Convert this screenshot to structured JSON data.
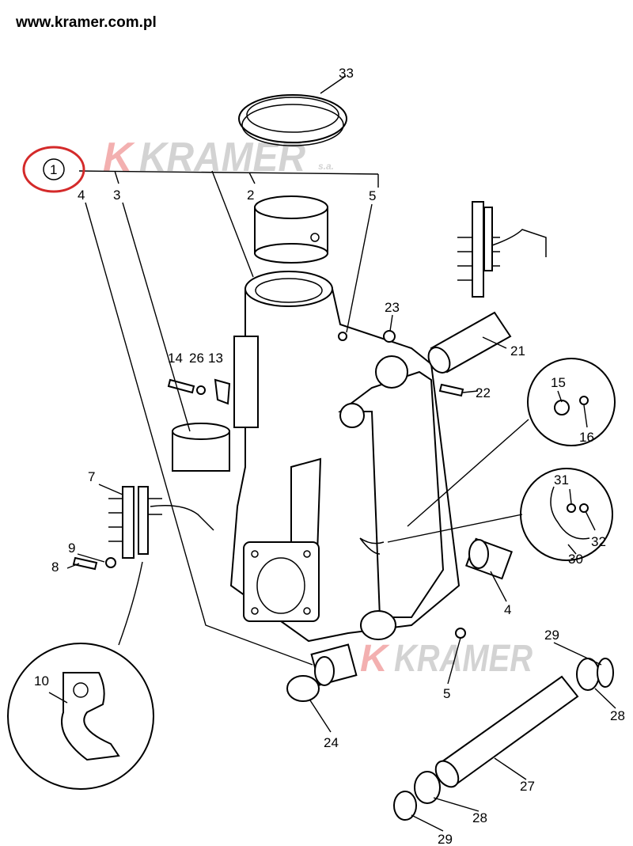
{
  "header": {
    "url": "www.kramer.com.pl"
  },
  "watermark": {
    "brand": "KRAMER",
    "suffix": "s.a.",
    "k_color": "#f0a0a0",
    "text_color": "#c8c8c8"
  },
  "highlight": {
    "color": "#d42a2a",
    "callout": "1"
  },
  "callouts": {
    "c33": "33",
    "c1": "1",
    "c4a": "4",
    "c3": "3",
    "c2": "2",
    "c5a": "5",
    "c23": "23",
    "c21": "21",
    "c14": "14",
    "c26": "26",
    "c13": "13",
    "c22": "22",
    "c15": "15",
    "c16": "16",
    "c7": "7",
    "c31": "31",
    "c32": "32",
    "c30": "30",
    "c9": "9",
    "c8": "8",
    "c4b": "4",
    "c10": "10",
    "c29a": "29",
    "c5b": "5",
    "c28a": "28",
    "c24": "24",
    "c27": "27",
    "c28b": "28",
    "c29b": "29"
  }
}
